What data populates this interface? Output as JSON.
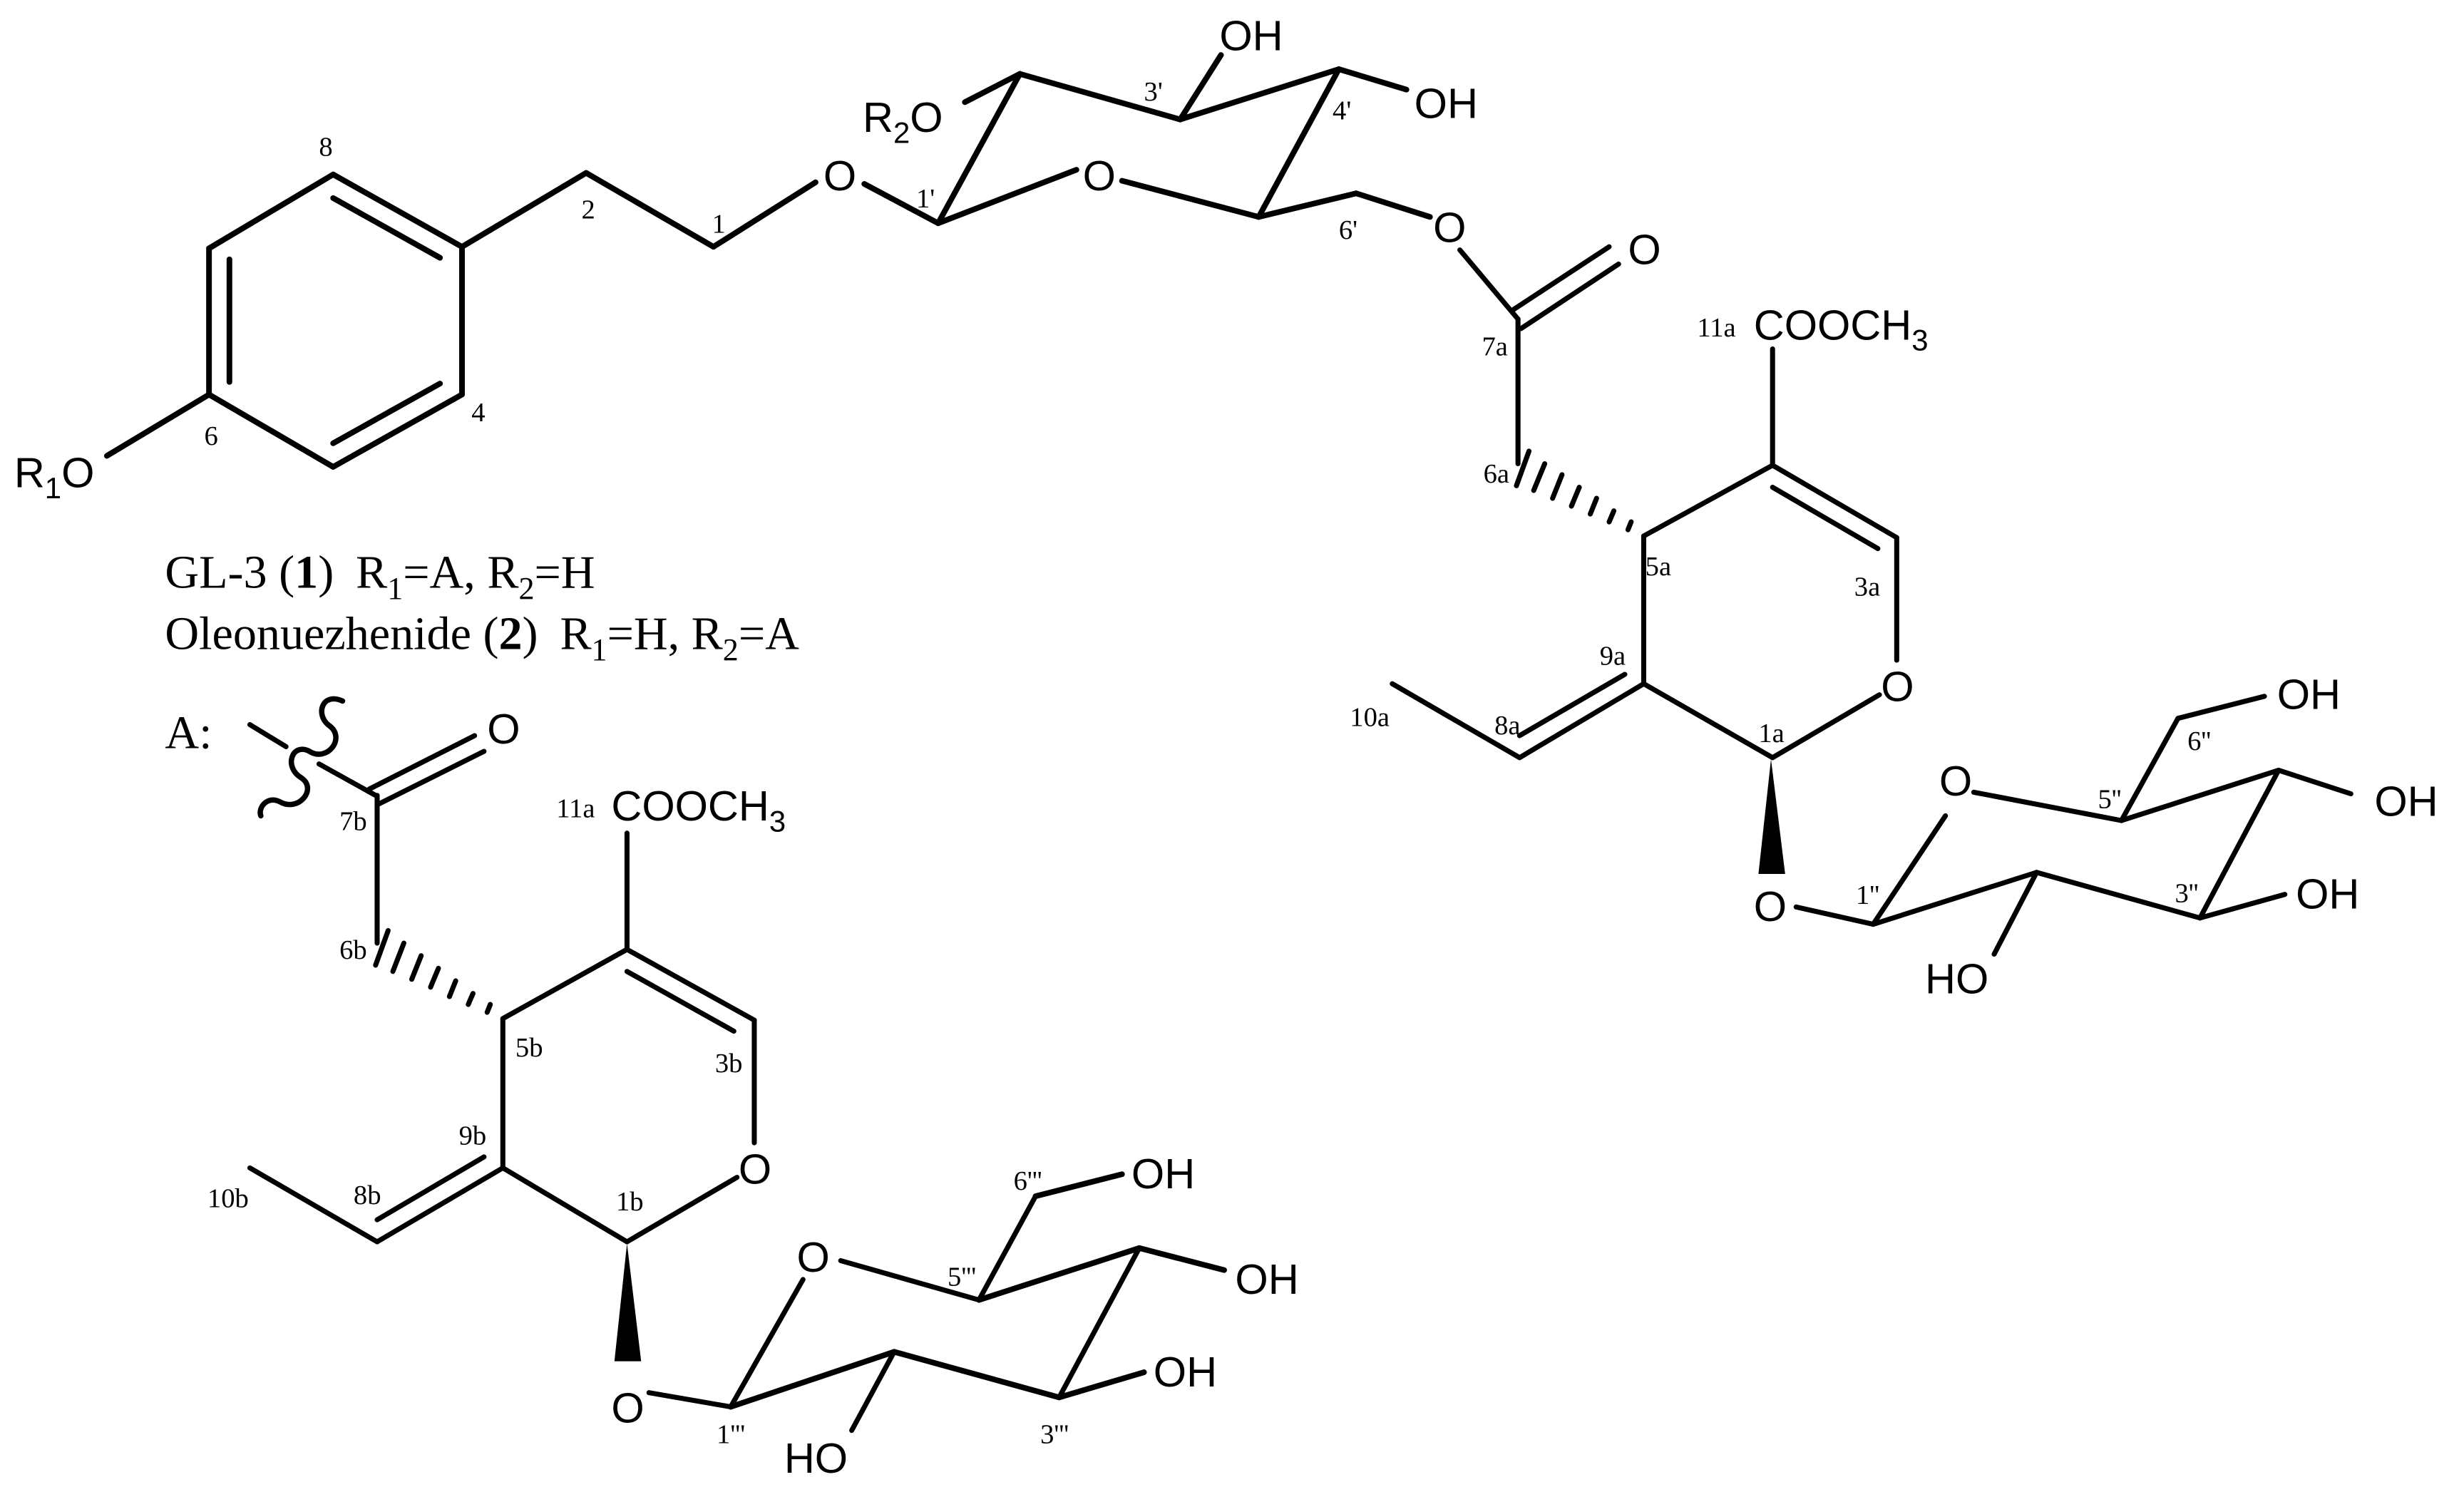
{
  "figure": {
    "title": "Chemical structures of GL-3 (1) and Oleonuezhenide (2)",
    "background": "#ffffff",
    "ink": "#000000"
  },
  "compounds": [
    {
      "name": "GL-3",
      "number": "1",
      "r1": "A",
      "r2": "H"
    },
    {
      "name": "Oleonuezhenide",
      "number": "2",
      "r1": "H",
      "r2": "A"
    }
  ],
  "captions": {
    "line1": {
      "name": "GL-3 ",
      "open": "(",
      "num": "1",
      "close": ")",
      "r1_pre": "R",
      "r1_sub": "1",
      "r1_val": "=A, ",
      "r2_pre": "R",
      "r2_sub": "2",
      "r2_val": "=H"
    },
    "line2": {
      "name": "Oleonuezhenide ",
      "open": "(",
      "num": "2",
      "close": ")",
      "r1_pre": "R",
      "r1_sub": "1",
      "r1_val": "=H, ",
      "r2_pre": "R",
      "r2_sub": "2",
      "r2_val": "=A"
    },
    "group_label": "A:"
  },
  "atoms": {
    "r1o": {
      "pre": "R",
      "sub": "1",
      "post": "O"
    },
    "r2o": {
      "pre": "R",
      "sub": "2",
      "post": "O"
    },
    "o_glyco_1": "O",
    "o_ring_1": "O",
    "oh_3p": "OH",
    "oh_4p": "OH",
    "o_ester_a": "O",
    "o_carbonyl_a": "O",
    "cooch3_a": {
      "main": "COOCH",
      "sub": "3"
    },
    "o_ring_a": "O",
    "o_glyco_a": "O",
    "o_ring_2": "O",
    "oh_6pp": "OH",
    "oh_4pp": "OH",
    "oh_3pp": "OH",
    "ho_2pp": "HO",
    "o_carbonyl_b": "O",
    "cooch3_b": {
      "main": "COOCH",
      "sub": "3"
    },
    "o_ring_b": "O",
    "o_glyco_b": "O",
    "o_ring_3": "O",
    "oh_6ppp": "OH",
    "oh_4ppp": "OH",
    "oh_3ppp": "OH",
    "ho_2ppp": "HO"
  },
  "locants": {
    "aglycone": {
      "c8": "8",
      "c2": "2",
      "c1": "1",
      "c4": "4",
      "c6": "6"
    },
    "glucose_1": {
      "c1": "1'",
      "c3": "3'",
      "c4": "4'",
      "c6": "6'"
    },
    "iridoid_a": {
      "c7": "7a",
      "c6": "6a",
      "c5": "5a",
      "c11": "11a",
      "c3": "3a",
      "c9": "9a",
      "c8": "8a",
      "c10": "10a",
      "c1": "1a"
    },
    "glucose_2": {
      "c1": "1''",
      "c3": "3''",
      "c5": "5''",
      "c6": "6''"
    },
    "iridoid_b": {
      "c7": "7b",
      "c6": "6b",
      "c5": "5b",
      "c11": "11a",
      "c3": "3b",
      "c9": "9b",
      "c8": "8b",
      "c10": "10b",
      "c1": "1b"
    },
    "glucose_3": {
      "c1": "1'''",
      "c3": "3'''",
      "c5": "5'''",
      "c6": "6'''"
    }
  }
}
